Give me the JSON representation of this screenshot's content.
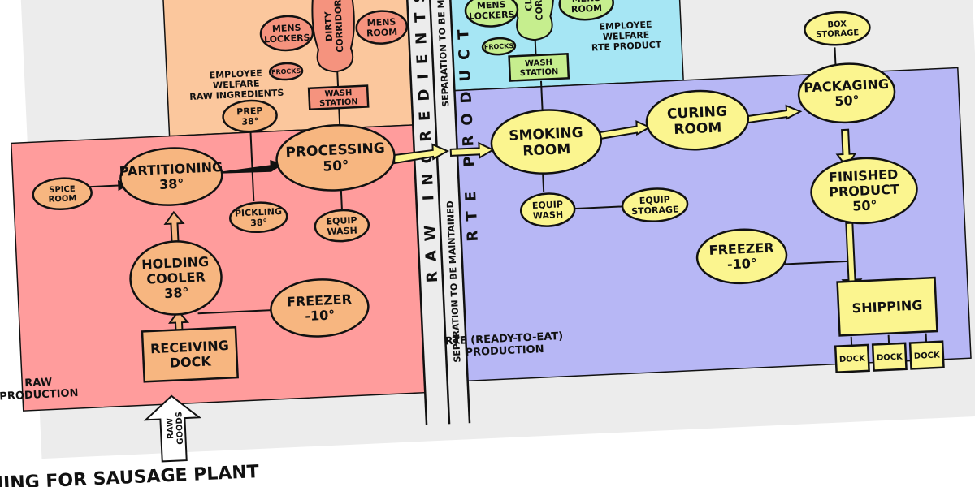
{
  "title": "PROGRAMMING FOR SAUSAGE PLANT",
  "colors": {
    "raw_zone": "#ff9c9c",
    "welfare_raw_zone": "#fbc79d",
    "welfare_rte_zone": "#a6e6f4",
    "rte_zone": "#b7b7f5",
    "raw_node": "#f7b680",
    "welfare_raw_node": "#f5937e",
    "rte_node": "#fbf58f",
    "welfare_rte_node": "#c6ee8e",
    "outline": "#111111"
  },
  "zones": {
    "raw_production": "RAW\nPRODUCTION",
    "welfare_raw": "EMPLOYEE\nWELFARE\nRAW INGREDIENTS",
    "welfare_rte": "EMPLOYEE\nWELFARE\nRTE PRODUCT",
    "rte_production": "RTE (READY-TO-EAT)\nPRODUCTION"
  },
  "separators": {
    "raw_ingredients": "RAW INGREDIENTS",
    "rte_product": "RTE PRODUCT",
    "separation_top": "SEPARATION TO BE MAINTAINED",
    "separation_bottom": "SEPARATION TO BE MAINTAINED"
  },
  "inputs": {
    "raw_goods": "RAW\nGOODS"
  },
  "nodes": {
    "spice_room": "SPICE\nROOM",
    "partitioning": "PARTITIONING\n38°",
    "prep": "PREP\n38°",
    "processing": "PROCESSING\n50°",
    "pickling": "PICKLING\n38°",
    "equip_wash_raw": "EQUIP\nWASH",
    "holding_cooler": "HOLDING\nCOOLER\n38°",
    "freezer_raw": "FREEZER\n-10°",
    "receiving_dock": "RECEIVING\nDOCK",
    "mens_lockers_raw": "MENS\nLOCKERS",
    "dirty_corridor": "DIRTY\nCORRIDOR",
    "mens_room_raw": "MENS\nROOM",
    "frocks_raw": "FROCKS",
    "wash_station_raw": "WASH\nSTATION",
    "mens_lockers_rte": "MENS\nLOCKERS",
    "clean_corridor": "CLEAN\nCORRIDOR",
    "mens_room_rte": "MENS\nROOM",
    "frocks_rte": "FROCKS",
    "wash_station_rte": "WASH\nSTATION",
    "smoking_room": "SMOKING\nROOM",
    "curing_room": "CURING\nROOM",
    "packaging": "PACKAGING\n50°",
    "box_storage": "BOX\nSTORAGE",
    "equip_wash_rte": "EQUIP\nWASH",
    "equip_storage": "EQUIP\nSTORAGE",
    "finished_product": "FINISHED\nPRODUCT\n50°",
    "freezer_rte": "FREEZER\n-10°",
    "shipping": "SHIPPING",
    "dock_1": "DOCK",
    "dock_2": "DOCK",
    "dock_3": "DOCK"
  }
}
